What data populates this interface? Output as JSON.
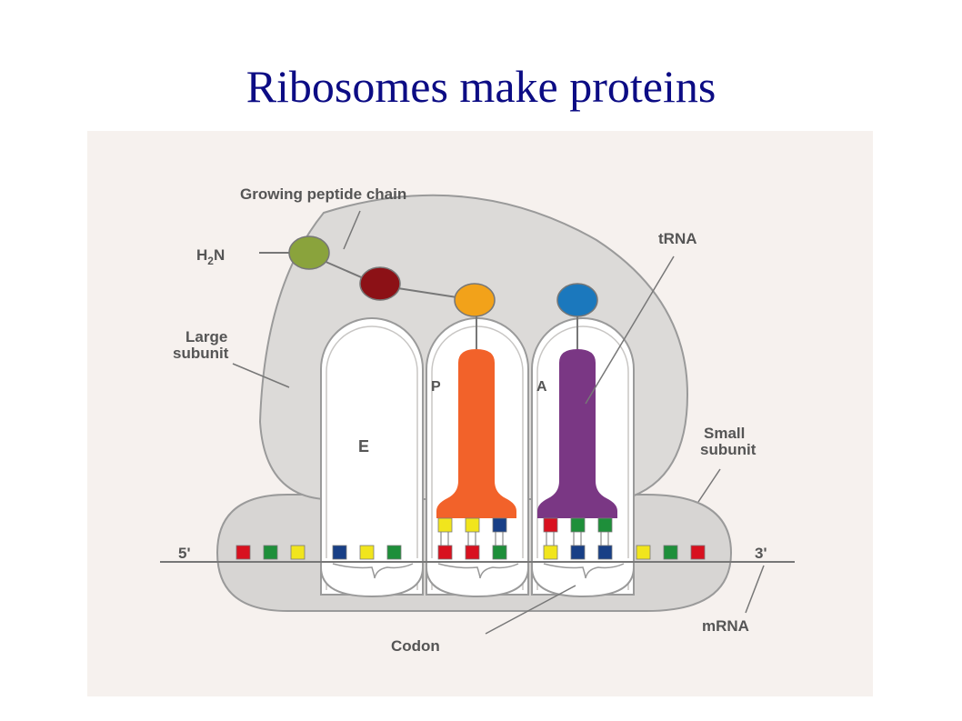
{
  "title": "Ribosomes make proteins",
  "labels": {
    "growing_chain": "Growing peptide chain",
    "h2n": "H2N",
    "trna": "tRNA",
    "large_subunit_1": "Large",
    "large_subunit_2": "subunit",
    "small_subunit_1": "Small",
    "small_subunit_2": "subunit",
    "site_e": "E",
    "site_p": "P",
    "site_a": "A",
    "five_prime": "5'",
    "three_prime": "3'",
    "mrna": "mRNA",
    "codon": "Codon"
  },
  "colors": {
    "panel_bg": "#f6f1ee",
    "ribosome_fill": "#dcdad8",
    "outline": "#9a9a9a",
    "trna_p": "#f2622a",
    "trna_a": "#7a3784",
    "aa_green": "#8aa33c",
    "aa_darkred": "#8c1116",
    "aa_orange": "#f2a21a",
    "aa_blue": "#1b78bd",
    "base_red": "#d8111f",
    "base_green": "#1e8f3a",
    "base_yellow": "#f1e51d",
    "base_blue": "#183f86"
  },
  "mrna_bases": [
    "red",
    "green",
    "yellow",
    "blue",
    "yellow",
    "green",
    "red",
    "red",
    "green",
    "yellow",
    "blue",
    "blue",
    "yellow",
    "green",
    "red"
  ],
  "anticodon_p": [
    "yellow",
    "yellow",
    "blue"
  ],
  "anticodon_a": [
    "red",
    "green",
    "green"
  ]
}
